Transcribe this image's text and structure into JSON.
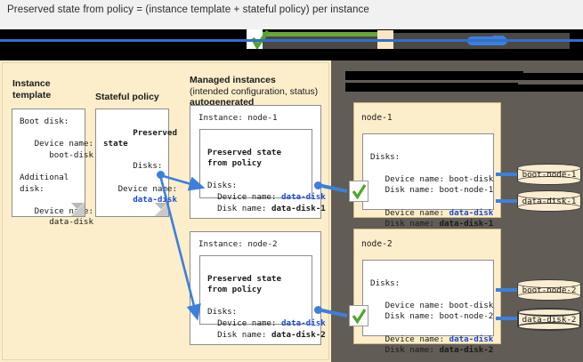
{
  "caption": "Preserved state from policy = (instance template + stateful policy) per instance",
  "columns": {
    "instance_template": {
      "heading_line1": "Instance",
      "heading_line2": "template",
      "card_text": "Boot disk:\n\n   Device name:\n      boot-disk\n\nAdditional\ndisk:\n\n   Device name:\n      data-disk"
    },
    "stateful_policy": {
      "heading_line1": "Stateful policy",
      "heading_line2": "",
      "card_title": "Preserved\nstate",
      "card_body": "Disks:\n\n   Device name:\n      data-disk"
    },
    "managed_instances": {
      "heading_line1": "Managed instances",
      "heading_line2": "(intended configuration, status)",
      "heading_line3": "autogenerated"
    }
  },
  "instances": [
    {
      "label": "Instance: node-1",
      "inner_title": "Preserved state\nfrom policy",
      "inner_disks_label": "Disks:",
      "device_name_label": "Device name: ",
      "device_name_value": "data-disk",
      "disk_name_label": "Disk name: ",
      "disk_name_value": "data-disk-1"
    },
    {
      "label": "Instance: node-2",
      "inner_title": "Preserved state\nfrom policy",
      "inner_disks_label": "Disks:",
      "device_name_label": "Device name: ",
      "device_name_value": "data-disk",
      "disk_name_label": "Disk name: ",
      "disk_name_value": "data-disk-2"
    }
  ],
  "nodes": [
    {
      "name": "node-1",
      "disks_label": "Disks:",
      "boot_device_line": "Device name: boot-disk",
      "boot_disk_line": "Disk name: boot-node-1",
      "data_device_label": "Device name: ",
      "data_device_value": "data-disk",
      "data_disk_label": "Disk name: ",
      "data_disk_value": "data-disk-1",
      "cylinders": [
        {
          "label": "boot-node-1",
          "bold": false
        },
        {
          "label": "data-disk-1",
          "bold": false
        }
      ]
    },
    {
      "name": "node-2",
      "disks_label": "Disks:",
      "boot_device_line": "Device name: boot-disk",
      "boot_disk_line": "Disk name: boot-node-2",
      "data_device_label": "Device name: ",
      "data_device_value": "data-disk",
      "data_disk_label": "Disk name: ",
      "data_disk_value": "data-disk-2",
      "cylinders": [
        {
          "label": "boot-node-2",
          "bold": false
        },
        {
          "label": "data-disk-2",
          "bold": true
        }
      ]
    }
  ],
  "redacted_banner": {
    "present": true,
    "note": "obscured header strip"
  },
  "colors": {
    "panel_cream": "#fdeecb",
    "divider_gray": "#615d56",
    "accent_blue": "#3d7fdb",
    "link_blue": "#1a4bd6",
    "check_green": "#4fa62a",
    "page_bg": "#f1f1f1",
    "card_white": "#ffffff",
    "cylinder_fill": "#fbeed0"
  }
}
